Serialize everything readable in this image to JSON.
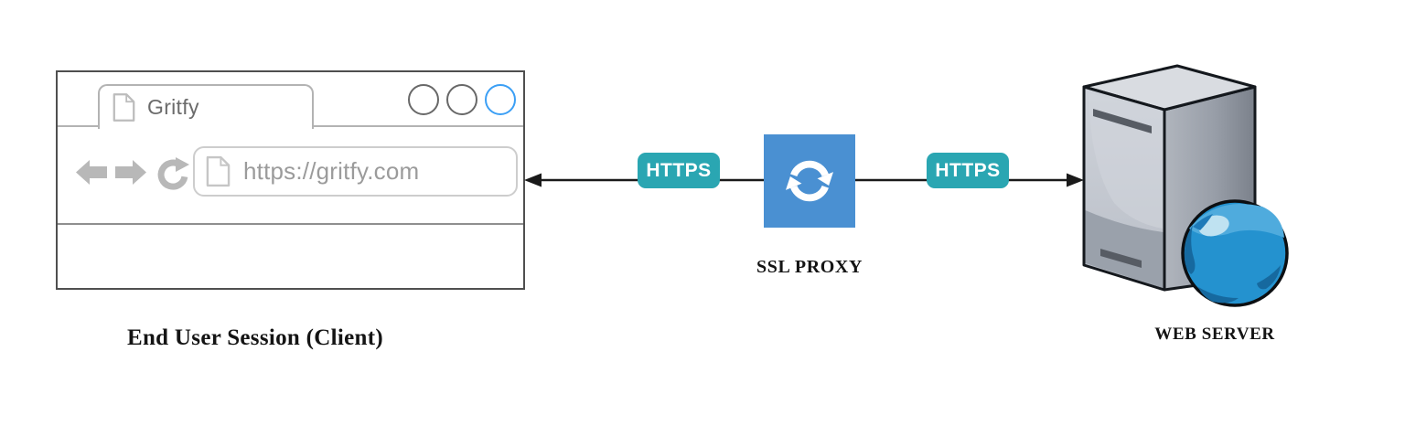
{
  "diagram": {
    "client": {
      "caption": "End User Session (Client)",
      "browser": {
        "tab_title": "Gritfy",
        "url": "https://gritfy.com",
        "tab_icon": "document-icon",
        "urlbar_icon": "document-icon",
        "nav_icons": [
          "back-arrow-icon",
          "forward-arrow-icon",
          "reload-icon"
        ],
        "window_circles": [
          "window-circle",
          "window-circle",
          "window-circle-active"
        ]
      }
    },
    "proxy": {
      "caption": "SSL PROXY",
      "icon": "sync-arrows-icon"
    },
    "server": {
      "caption": "WEB SERVER",
      "icon": "server-tower-globe-icon"
    },
    "connections": [
      {
        "from": "client",
        "to": "proxy",
        "label": "HTTPS",
        "arrow": "points-to-client"
      },
      {
        "from": "proxy",
        "to": "server",
        "label": "HTTPS",
        "arrow": "points-to-server"
      }
    ],
    "colors": {
      "https_badge": "#2AA6B2",
      "proxy_box": "#4A90D2",
      "active_window_circle": "#3B9FF5",
      "window_border": "#4F4F4F",
      "connector_line": "#1A1A1A",
      "globe_blue": "#2492CF",
      "server_gray": "#C7CBD3"
    }
  }
}
